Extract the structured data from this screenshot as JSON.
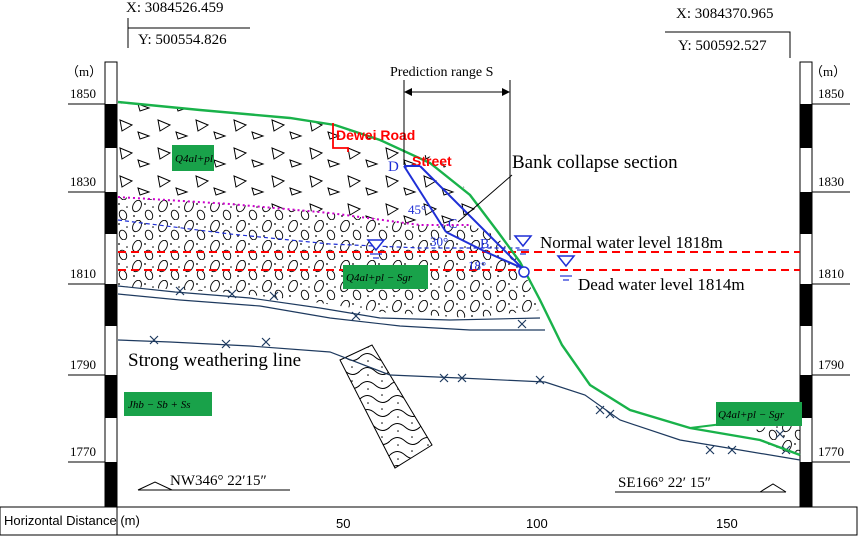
{
  "coords_left": {
    "x": "X:  3084526.459",
    "y": "Y:  500554.826"
  },
  "coords_right": {
    "x": "X:  3084370.965",
    "y": "Y:  500592.527"
  },
  "unit_left": "（m）",
  "unit_right": "（m）",
  "elevation_ticks": [
    "1850",
    "1830",
    "1810",
    "1790",
    "1770"
  ],
  "prediction_range": "Prediction range S",
  "road_label": "Dewei Road",
  "street_label": "Street",
  "bank_collapse": "Bank collapse section",
  "normal_water": "Normal water level  1818m",
  "dead_water": "Dead water level 1814m",
  "weathering_line": "Strong weathering line",
  "angles": {
    "a45": "45°",
    "a30": "30°",
    "a18": "18°"
  },
  "points": {
    "D": "D",
    "C": "C",
    "B": "B",
    "O": "O"
  },
  "badges": {
    "q_upper": "Q4al+pl",
    "q_mid": "Q4al+pl − Sgr",
    "jh": "Jhb − Sb + Ss",
    "q_right": "Q4al+pl − Sgr"
  },
  "bearing_left": "NW346°  22′15″",
  "bearing_right": "SE166°  22′ 15″",
  "axis_label": "Horizontal Distance (m)",
  "x_ticks": [
    "50",
    "100",
    "150"
  ],
  "colors": {
    "ground": "#19b24a",
    "road": "#ff0000",
    "collapse": "#1f2fd6",
    "water_red": "#ff0000",
    "water_blue": "#1f2fd6",
    "magenta": "#cc00cc",
    "badge": "#19a24a",
    "strata": "#1e3a5f"
  }
}
